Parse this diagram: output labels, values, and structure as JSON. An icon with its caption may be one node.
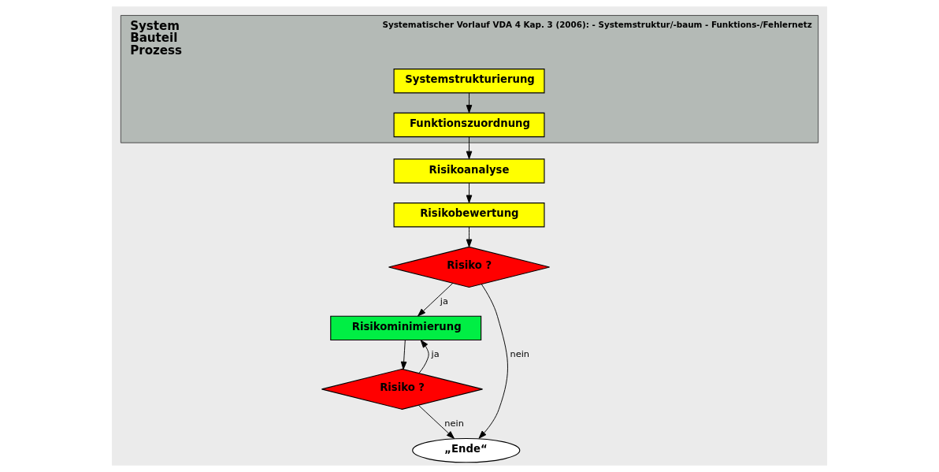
{
  "diagram": {
    "nodes": [
      {
        "text": [
          "System Bauteil Prozess",
          "Systematischer Vorlauf VDA 4 Kap. 3 (2006): - Systemstruktur/-baum - Funktions-/Fehlernetz"
        ]
      },
      {
        "text": [
          "Systemstrukturierung"
        ],
        "in": 0
      },
      {
        "text": [
          "Funktionszuordnung"
        ],
        "in": 0
      },
      {
        "text": [
          "Risikoanalyse"
        ]
      },
      {
        "text": [
          "Risikobewertung"
        ]
      },
      {
        "text": [
          "Risiko ?"
        ]
      },
      {
        "text": [
          "Risikominimierung"
        ]
      },
      {
        "text": [
          "Risiko ?"
        ]
      },
      {
        "text": [
          "„Ende“"
        ]
      }
    ],
    "edges": [
      {
        "from": 1,
        "to": 2,
        "arrow": "to"
      },
      {
        "from": 2,
        "to": 3,
        "arrow": "to"
      },
      {
        "from": 3,
        "to": 4,
        "arrow": "to"
      },
      {
        "from": 4,
        "to": 5,
        "arrow": "to"
      },
      {
        "from": 5,
        "to": 6,
        "label": "ja",
        "arrow": "to"
      },
      {
        "from": 5,
        "to": 8,
        "label": "nein",
        "arrow": "to"
      },
      {
        "from": 6,
        "to": 7,
        "arrow": "to"
      },
      {
        "from": 7,
        "to": 8,
        "label": "nein",
        "arrow": "to"
      },
      {
        "from": 7,
        "to": 6,
        "label": "ja",
        "arrow": "to"
      }
    ]
  }
}
